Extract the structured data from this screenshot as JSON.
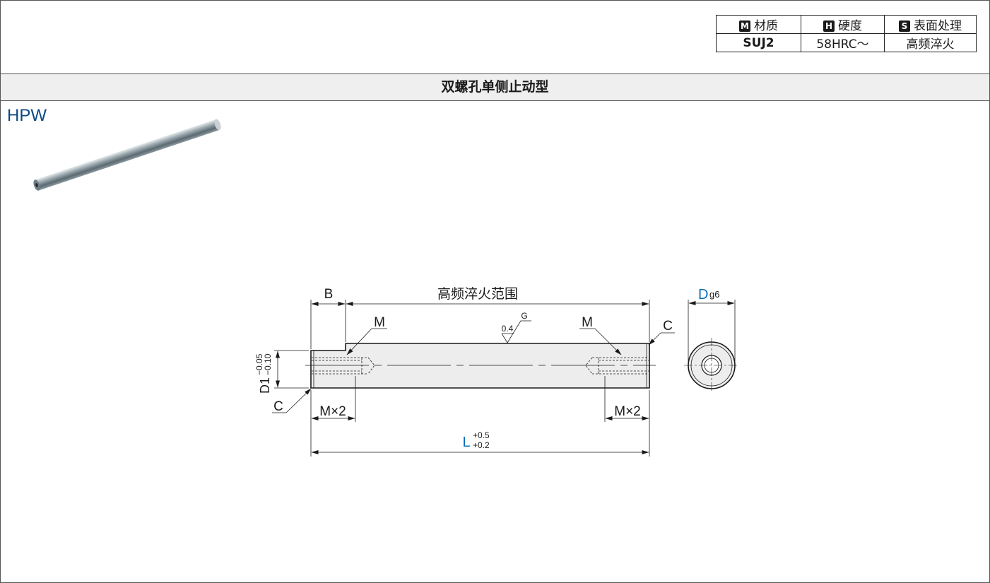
{
  "spec_table": {
    "headers": [
      {
        "badge": "M",
        "label": "材质"
      },
      {
        "badge": "H",
        "label": "硬度"
      },
      {
        "badge": "S",
        "label": "表面处理"
      }
    ],
    "values": [
      "SUJ2",
      "58HRC～",
      "高频淬火"
    ]
  },
  "section_title": "双螺孔单侧止动型",
  "model_code": "HPW",
  "drawing": {
    "label_b": "B",
    "label_hardening_range": "高频淬火范围",
    "label_m_left": "M",
    "label_m_right": "M",
    "label_roughness": "0.4",
    "label_grind": "G",
    "label_c_right": "C",
    "label_c_left": "C",
    "label_d1": "D1",
    "label_d1_tol_upper": "−0.05",
    "label_d1_tol_lower": "−0.10",
    "label_mx2_left": "M×2",
    "label_mx2_right": "M×2",
    "label_l": "L",
    "label_l_tol_upper": "+0.5",
    "label_l_tol_lower": "+0.2",
    "label_d": "D",
    "label_d_fit": "g6"
  },
  "colors": {
    "accent_blue": "#0b6fb8",
    "model_blue": "#0b4a84",
    "band_bg": "#efefef"
  }
}
